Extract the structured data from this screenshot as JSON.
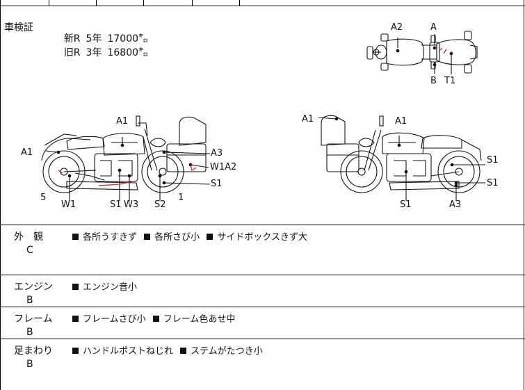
{
  "registration": {
    "label": "車検証",
    "lines": [
      {
        "era": "新R",
        "years": "5年",
        "km": "17000㌔"
      },
      {
        "era": "旧R",
        "years": "3年",
        "km": "16800㌔"
      }
    ]
  },
  "diagram_labels": {
    "top_view": {
      "a2": "A2",
      "a": "A",
      "b": "B",
      "t1": "T1"
    },
    "left_side": {
      "a1_top": "A1",
      "a1_left": "A1",
      "a3": "A3",
      "w1a2": "W1A2",
      "s1_right": "S1",
      "num5": "5",
      "w1": "W1",
      "s1_bottom": "S1",
      "w3": "W3",
      "s2": "S2",
      "num1": "1"
    },
    "right_side": {
      "a1_left": "A1",
      "a1_top": "A1",
      "s1_upper": "S1",
      "s1_lower": "S1",
      "s1_bottom": "S1",
      "a3": "A3"
    }
  },
  "conditions": [
    {
      "category": "外　観",
      "grade": "C",
      "notes": [
        "各所うすきず",
        "各所さび小",
        "サイドボックスきず大"
      ]
    },
    {
      "category": "エンジン",
      "grade": "B",
      "notes": [
        "エンジン音小"
      ]
    },
    {
      "category": "フレーム",
      "grade": "B",
      "notes": [
        "フレームさび小",
        "フレーム色あせ中"
      ]
    },
    {
      "category": "足まわり",
      "grade": "B",
      "notes": [
        "ハンドルポストねじれ",
        "ステムがたつき小"
      ]
    }
  ],
  "colors": {
    "line": "#111111",
    "damage_mark": "#cc2222"
  }
}
